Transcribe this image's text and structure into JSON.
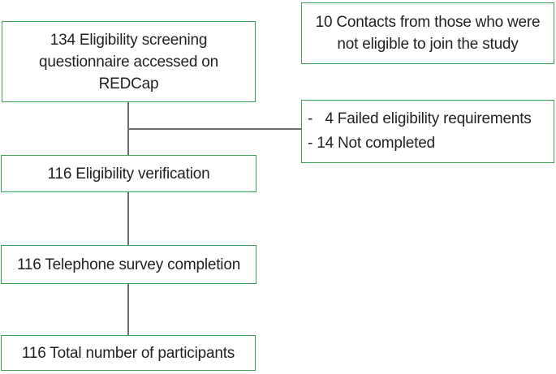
{
  "figure": {
    "type": "participant-flow-diagram",
    "boxes": {
      "screening": {
        "lines": [
          "134 Eligibility screening",
          "questionnaire accessed on",
          "REDCap"
        ]
      },
      "contacts": {
        "lines": [
          "10 Contacts from those who were",
          "not eligible to join the study"
        ]
      },
      "exclusions": {
        "lines": [
          "-   4 Failed eligibility requirements",
          "- 14 Not completed"
        ]
      },
      "verification": {
        "text": "116 Eligibility verification"
      },
      "survey": {
        "text": "116 Telephone survey completion"
      },
      "total": {
        "text": "116 Total number of participants"
      }
    },
    "colors": {
      "box_border": "#3fa156",
      "connector": "#6d6e71",
      "text": "#231f20",
      "background": "#ffffff"
    }
  }
}
